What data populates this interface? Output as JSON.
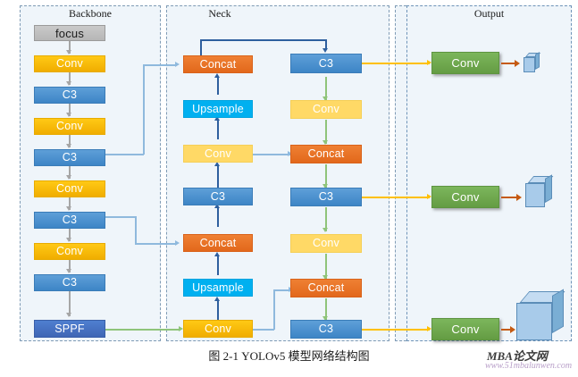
{
  "diagram": {
    "caption": "图 2-1 YOLOv5 模型网络结构图",
    "sections": [
      {
        "name": "backbone",
        "title": "Backbone"
      },
      {
        "name": "neck",
        "title": "Neck"
      },
      {
        "name": "output",
        "title": "Output"
      }
    ]
  },
  "backbone": {
    "blocks": [
      {
        "label": "focus",
        "type": "focus"
      },
      {
        "label": "Conv",
        "type": "conv"
      },
      {
        "label": "C3",
        "type": "c3"
      },
      {
        "label": "Conv",
        "type": "conv"
      },
      {
        "label": "C3",
        "type": "c3"
      },
      {
        "label": "Conv",
        "type": "conv"
      },
      {
        "label": "C3",
        "type": "c3"
      },
      {
        "label": "Conv",
        "type": "conv"
      },
      {
        "label": "C3",
        "type": "c3"
      },
      {
        "label": "SPPF",
        "type": "sppf"
      }
    ]
  },
  "neck": {
    "left_column": [
      {
        "label": "Concat",
        "type": "concat"
      },
      {
        "label": "Upsample",
        "type": "upsample"
      },
      {
        "label": "Conv",
        "type": "conv-light"
      },
      {
        "label": "C3",
        "type": "c3"
      },
      {
        "label": "Concat",
        "type": "concat"
      },
      {
        "label": "Upsample",
        "type": "upsample"
      },
      {
        "label": "Conv",
        "type": "conv"
      }
    ],
    "right_column": [
      {
        "label": "C3",
        "type": "c3"
      },
      {
        "label": "Conv",
        "type": "conv-light"
      },
      {
        "label": "Concat",
        "type": "concat"
      },
      {
        "label": "C3",
        "type": "c3"
      },
      {
        "label": "Conv",
        "type": "conv-light"
      },
      {
        "label": "Concat",
        "type": "concat"
      },
      {
        "label": "C3",
        "type": "c3"
      }
    ]
  },
  "output": {
    "heads": [
      {
        "label": "Conv",
        "scale": "small"
      },
      {
        "label": "Conv",
        "scale": "medium"
      },
      {
        "label": "Conv",
        "scale": "large"
      }
    ]
  },
  "watermark": {
    "brand": "MBA论文网",
    "url": "www.51mbalunwen.com"
  },
  "colors": {
    "conv": "#FFC000",
    "conv_light": "#FFD966",
    "c3": "#4A90D0",
    "sppf": "#4472C4",
    "concat": "#E2681B",
    "upsample": "#00B0F0",
    "focus": "#BFBFBF",
    "output_conv": "#70AD47",
    "cuboid": "#A8CBEA",
    "panel_bg": "#EFF5FA",
    "panel_border": "#7F9BB5"
  }
}
